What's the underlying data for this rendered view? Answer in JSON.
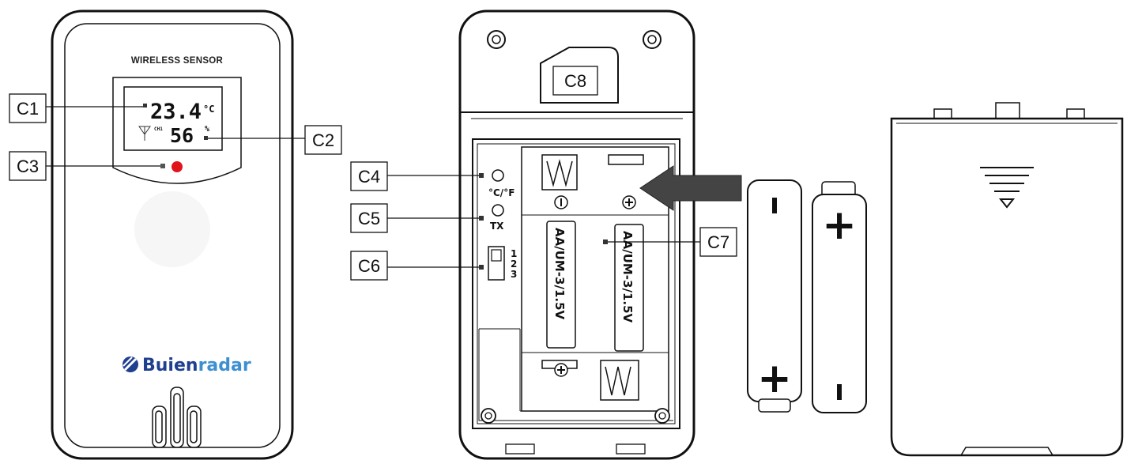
{
  "front": {
    "header": "WIRELESS SENSOR",
    "temperature": "23.4",
    "temp_unit": "°C",
    "humidity": "56",
    "humidity_unit": "%",
    "channel": "CH1",
    "brand": {
      "prefix": "Buien",
      "suffix": "radar",
      "prefix_color": "#1f3f8f",
      "suffix_color": "#3d8fd0"
    },
    "led_color": "#e0141b"
  },
  "callouts": {
    "c1": "C1",
    "c2": "C2",
    "c3": "C3",
    "c4": "C4",
    "c5": "C5",
    "c6": "C6",
    "c7": "C7",
    "c8": "C8"
  },
  "back": {
    "unit_button": "°C/°F",
    "tx_button": "TX",
    "switch_1": "1",
    "switch_2": "2",
    "switch_3": "3",
    "battery_label": "AA/UM-3/1.5V",
    "minus": "−",
    "plus": "+"
  },
  "icons": [
    "antenna-icon",
    "arrow-left-icon",
    "screw-icon",
    "spring-icon",
    "led-icon"
  ]
}
